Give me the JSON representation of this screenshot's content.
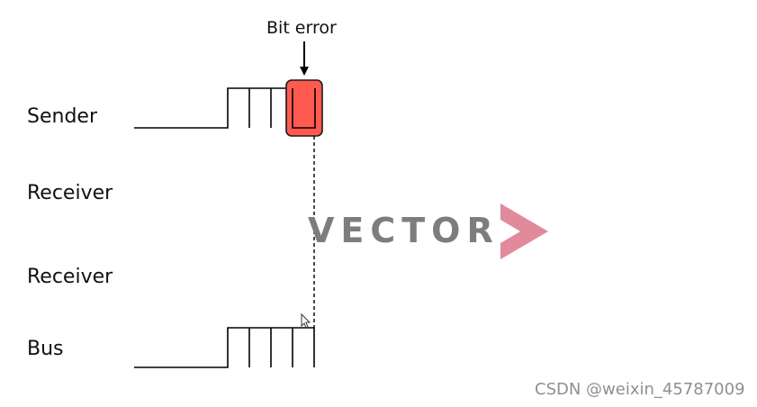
{
  "annotation": {
    "text": "Bit error"
  },
  "rows": [
    {
      "label": "Sender"
    },
    {
      "label": "Receiver"
    },
    {
      "label": "Receiver"
    },
    {
      "label": "Bus"
    }
  ],
  "logo": {
    "text": "VECTOR",
    "accent_color": "#e08a9b"
  },
  "error_highlight_color": "#ff5a4f",
  "watermark": {
    "text": "CSDN @weixin_45787009"
  }
}
